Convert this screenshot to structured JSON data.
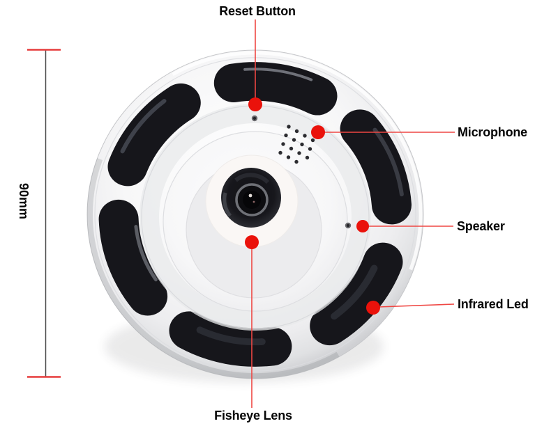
{
  "diagram": {
    "type": "product-callout-diagram",
    "subject": "panoramic fisheye camera, top view",
    "callouts": [
      {
        "id": "reset",
        "label": "Reset Button",
        "side": "top"
      },
      {
        "id": "microphone",
        "label": "Microphone",
        "side": "right"
      },
      {
        "id": "speaker",
        "label": "Speaker",
        "side": "right"
      },
      {
        "id": "infrared",
        "label": "Infrared Led",
        "side": "right"
      },
      {
        "id": "fisheye",
        "label": "Fisheye Lens",
        "side": "bottom"
      }
    ],
    "dimension": {
      "label": "90mm",
      "axis": "vertical"
    },
    "colors": {
      "marker_red": "#ea120b",
      "line_red": "#ef4743",
      "dimension_cap_red": "#e63c3c",
      "dimension_line_gray": "#4a4a4a",
      "label_text": "#060606",
      "background": "#ffffff",
      "camera_body_white": "#f4f4f5",
      "ir_window_black": "#16161b"
    }
  }
}
